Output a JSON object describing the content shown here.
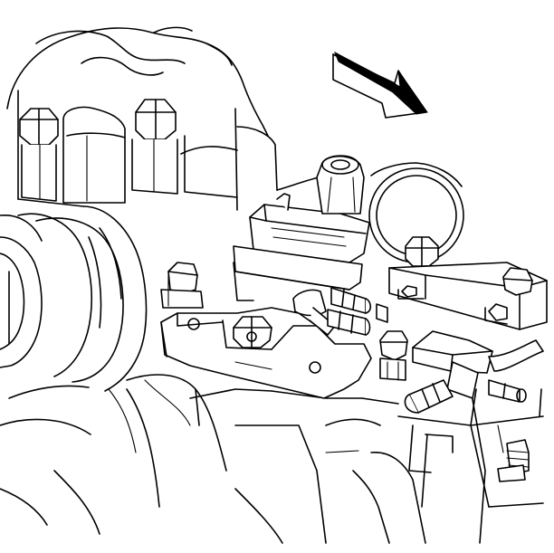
{
  "figure": {
    "stroke_color": "#000000",
    "background_color": "#ffffff",
    "direction_arrow": {
      "icon": "direction-arrow-icon",
      "pointing": "down-right"
    },
    "parts": [
      "engine-block",
      "pulley",
      "upper-bolts",
      "connector",
      "mounting-bracket",
      "bracket-bolt",
      "vacuum-fittings",
      "ring-component",
      "valve-cover",
      "hose-connector",
      "lower-bolt"
    ]
  }
}
